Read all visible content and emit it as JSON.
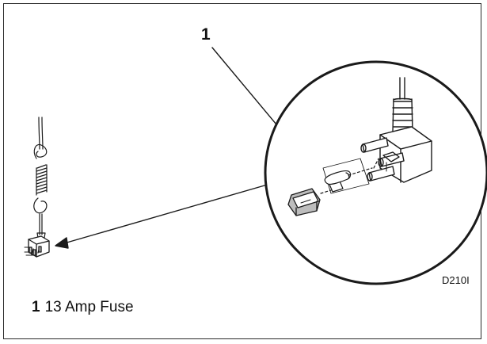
{
  "callout": {
    "number": "1"
  },
  "figure": {
    "code": "D210I"
  },
  "legend": {
    "items": [
      {
        "number": "1",
        "text": "13 Amp Fuse"
      }
    ]
  },
  "colors": {
    "line": "#1a1a1a",
    "fill_light": "#ffffff",
    "fill_shade": "#bdbdbd"
  }
}
